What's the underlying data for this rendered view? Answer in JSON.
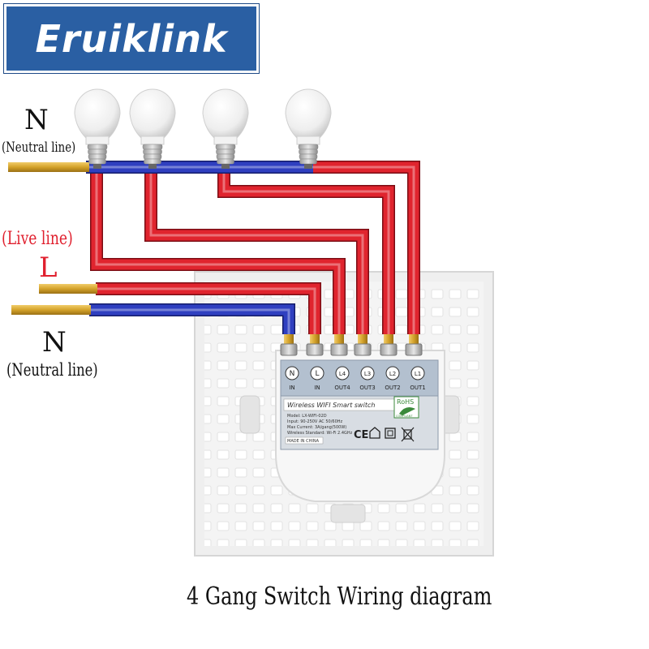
{
  "brand": {
    "logo_text": "Eruiklink",
    "bg_color": "#2a5fa3"
  },
  "labels": {
    "neutral_top_letter": "N",
    "neutral_top_desc": "(Neutral line)",
    "live_desc": "(Live line)",
    "live_letter": "L",
    "neutral_bottom_letter": "N",
    "neutral_bottom_desc": "(Neutral line)"
  },
  "terminals": [
    {
      "symbol": "N",
      "label": "IN"
    },
    {
      "symbol": "L",
      "label": "IN"
    },
    {
      "symbol": "L4",
      "label": "OUT4"
    },
    {
      "symbol": "L3",
      "label": "OUT3"
    },
    {
      "symbol": "L2",
      "label": "OUT2"
    },
    {
      "symbol": "L1",
      "label": "OUT1"
    }
  ],
  "switch_label": {
    "title": "Wireless WIFI Smart switch",
    "rohs": "RoHS",
    "rohs_sub": "COMPLIANT",
    "lines": [
      "Model: LX-WIFI-02D",
      "Input: 90-250V AC 50/60Hz",
      "Max Current: 3A/gang(500W)",
      "Wireless Standard: Wi-Fi 2.4GHz"
    ],
    "made_in": "MADE IN CHINA",
    "ce": "CE"
  },
  "colors": {
    "live_wire": "#e0242e",
    "neutral_wire": "#2f3fc0",
    "copper": "#d4a22a"
  },
  "caption": "4 Gang Switch Wiring diagram"
}
